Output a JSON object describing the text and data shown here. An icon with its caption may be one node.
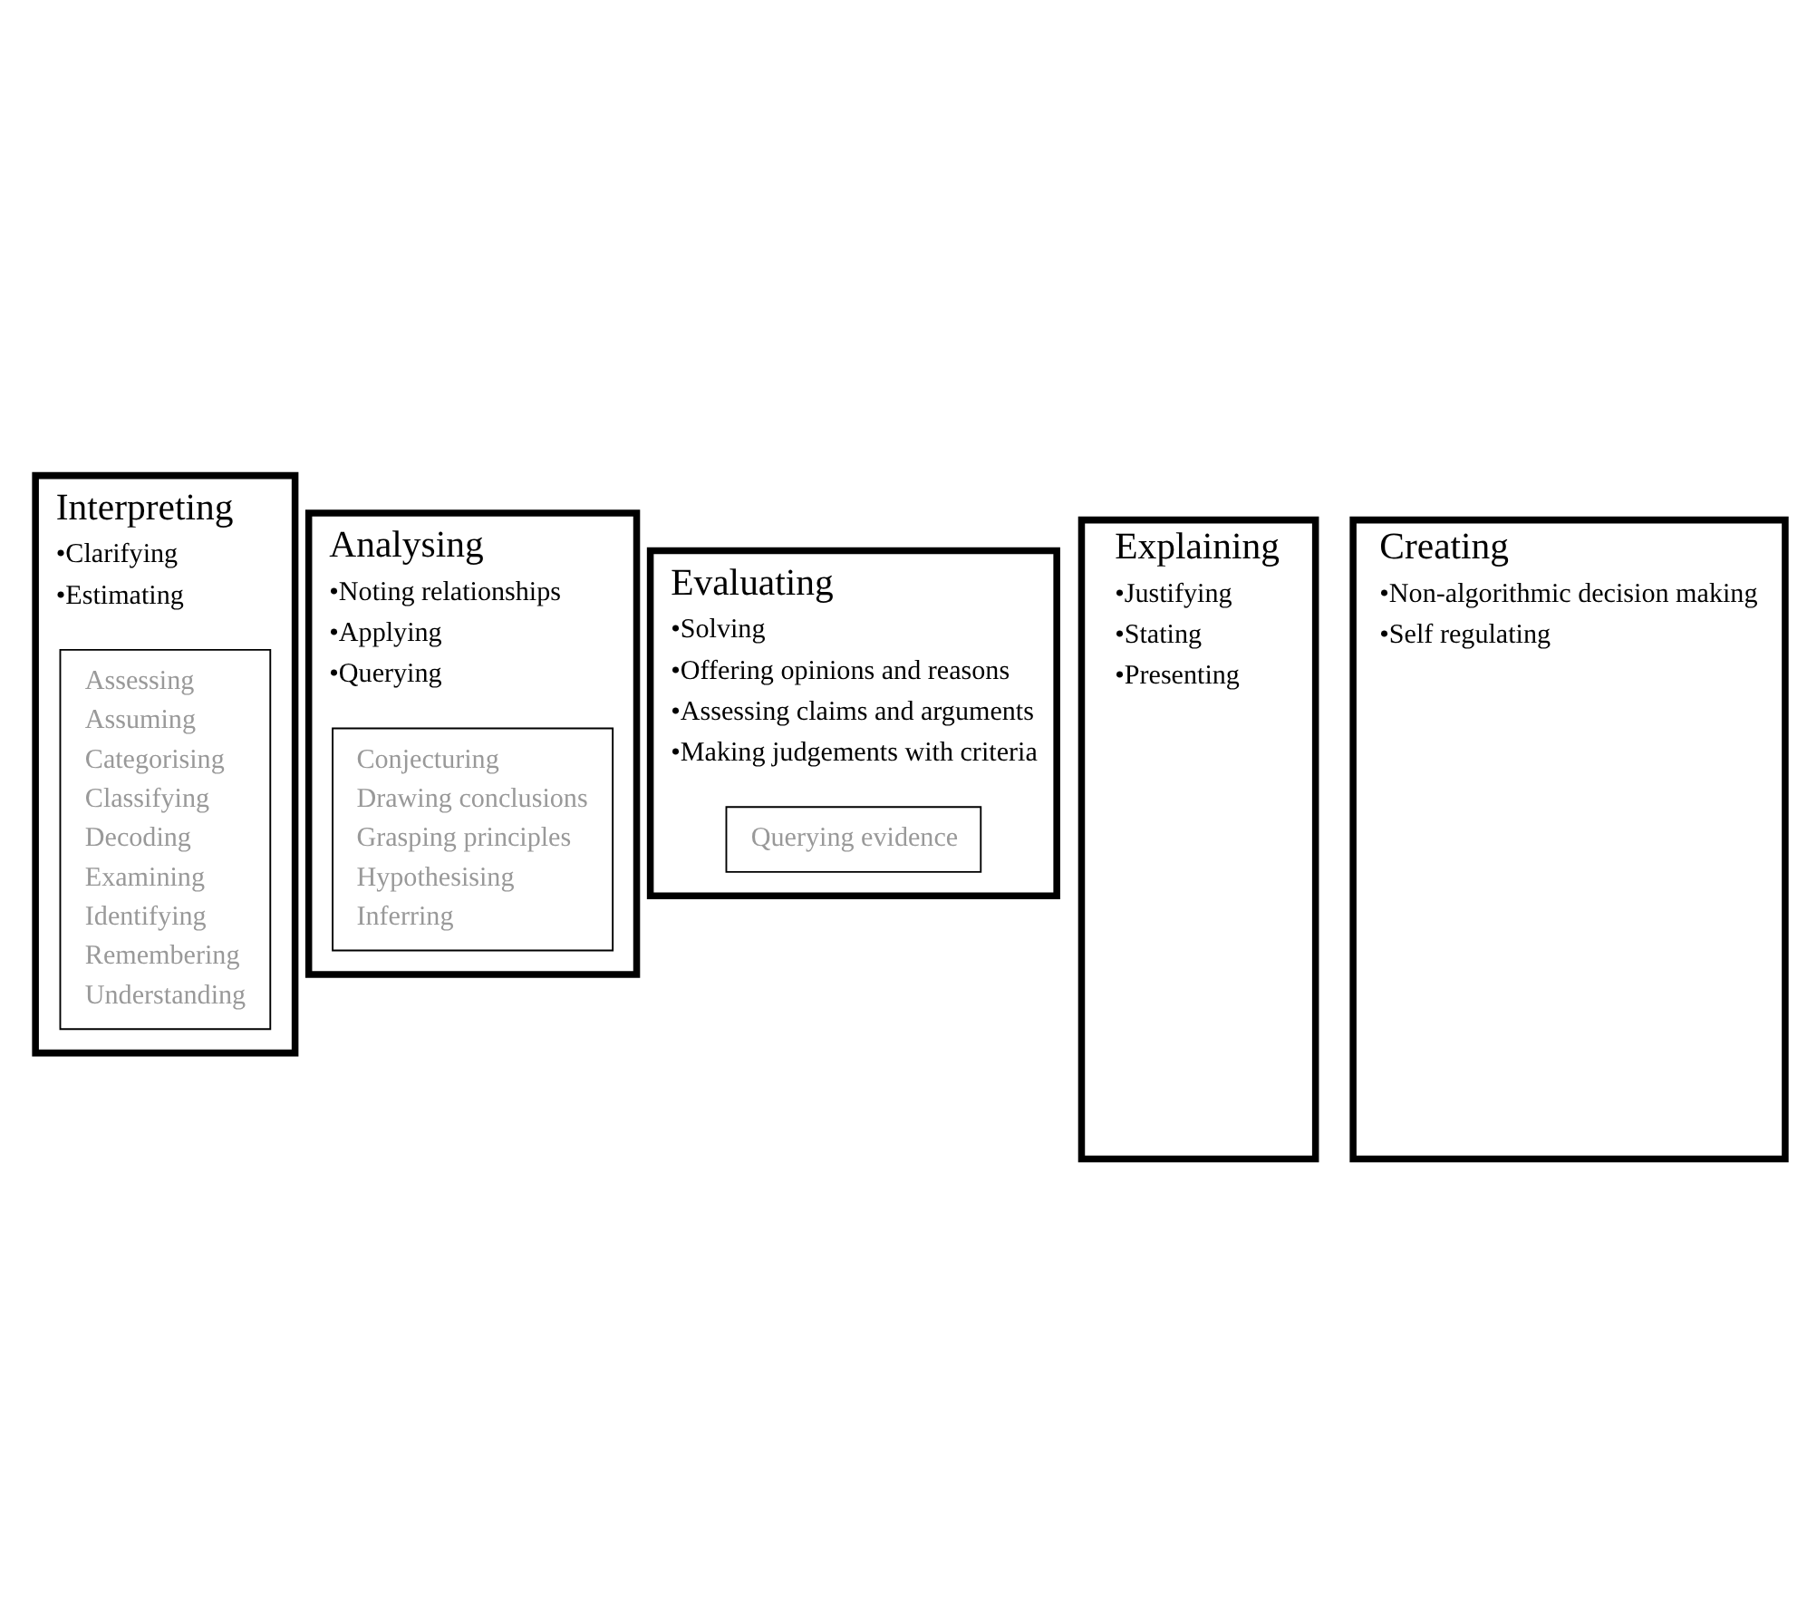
{
  "diagram": {
    "nodes": [
      {
        "text": [
          "Interpreting",
          "•Clarifying",
          "•Estimating"
        ]
      },
      {
        "text": [
          "Assessing",
          "Assuming",
          "Categorising",
          "Classifying",
          "Decoding",
          "Examining",
          "Identifying",
          "Remembering",
          "Understanding"
        ],
        "in": 0
      },
      {
        "text": [
          "Analysing",
          "•Noting relationships",
          "•Applying",
          "•Querying"
        ]
      },
      {
        "text": [
          "Conjecturing",
          "Drawing conclusions",
          "Grasping principles",
          "Hypothesising",
          "Inferring"
        ],
        "in": 2
      },
      {
        "text": [
          "Evaluating",
          "•Solving",
          "•Offering opinions and reasons",
          "•Assessing claims and arguments",
          "•Making judgements with criteria"
        ]
      },
      {
        "text": [
          "Querying evidence"
        ],
        "in": 4
      },
      {
        "text": [
          "Explaining",
          "•Justifying",
          "•Stating",
          "•Presenting"
        ]
      },
      {
        "text": [
          "Creating",
          "•Non-algorithmic decision making",
          "•Self regulating"
        ]
      }
    ],
    "edges": []
  }
}
